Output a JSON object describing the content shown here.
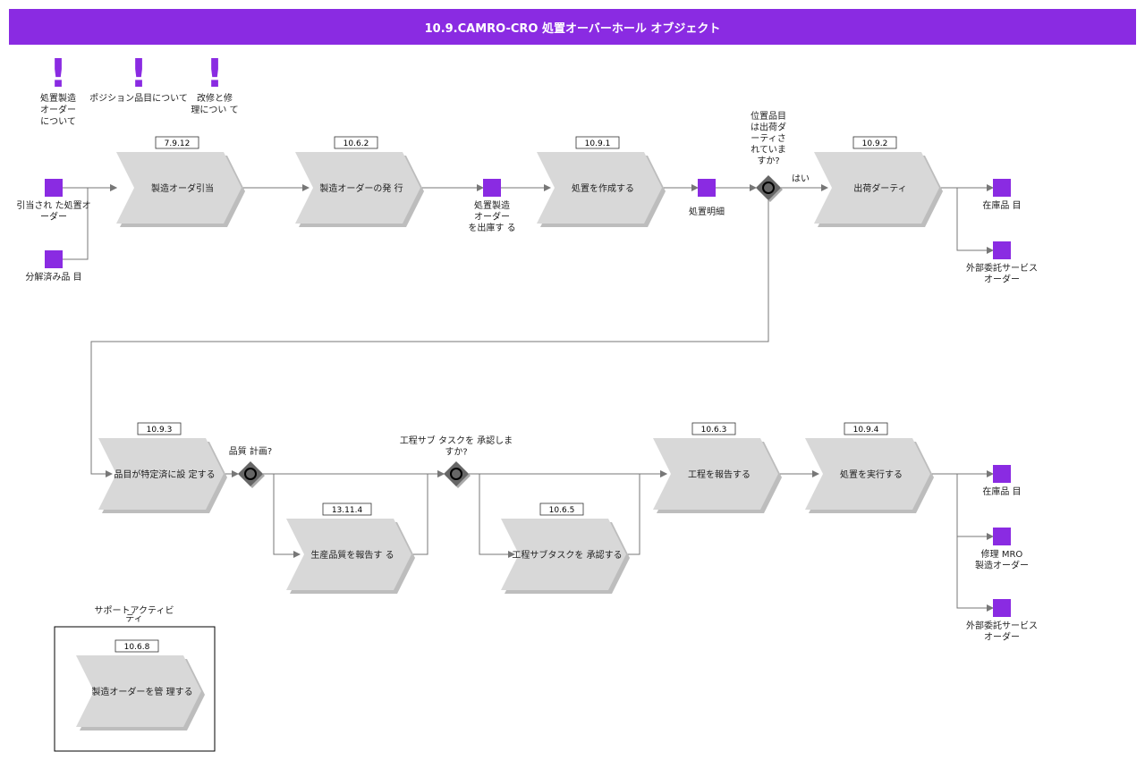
{
  "title": "10.9.CAMRO-CRO 処置オーバーホール オブジェクト",
  "colors": {
    "accent": "#8a2be2",
    "process": "#d8d8d8",
    "shadow": "#bdbdbd",
    "gateway": "#666666",
    "line": "#777777"
  },
  "notes": [
    {
      "lines": [
        "処置製造",
        "オーダー",
        "について"
      ]
    },
    {
      "lines": [
        "ポジション品目について"
      ]
    },
    {
      "lines": [
        "改修と修",
        "理につい て"
      ]
    }
  ],
  "processes": [
    {
      "id": "p1",
      "code": "7.9.12",
      "label": "製造オーダ引当"
    },
    {
      "id": "p2",
      "code": "10.6.2",
      "label": "製造オーダーの発 行"
    },
    {
      "id": "p3",
      "code": "10.9.1",
      "label": "処置を作成する"
    },
    {
      "id": "p4",
      "code": "10.9.2",
      "label": "出荷ダーティ"
    },
    {
      "id": "p5",
      "code": "10.9.3",
      "label": "品目が特定済に設 定する"
    },
    {
      "id": "p6",
      "code": "13.11.4",
      "label": "生産品質を報告す る"
    },
    {
      "id": "p7",
      "code": "10.6.5",
      "label": "工程サブタスクを 承認する"
    },
    {
      "id": "p8",
      "code": "10.6.3",
      "label": "工程を報告する"
    },
    {
      "id": "p9",
      "code": "10.9.4",
      "label": "処置を実行する"
    },
    {
      "id": "p10",
      "code": "10.6.8",
      "label": "製造オーダーを管 理する"
    }
  ],
  "objects": [
    {
      "id": "o1",
      "lines": [
        "引当され た処置オ",
        "ーダー"
      ]
    },
    {
      "id": "o2",
      "lines": [
        "分解済み品 目"
      ]
    },
    {
      "id": "o3",
      "lines": [
        "処置製造",
        "オーダー",
        "を出庫す る"
      ]
    },
    {
      "id": "o4",
      "lines": [
        "処置明細"
      ]
    },
    {
      "id": "o5",
      "lines": [
        "在庫品 目"
      ]
    },
    {
      "id": "o6",
      "lines": [
        "外部委託サービス",
        "オーダー"
      ]
    },
    {
      "id": "o7",
      "lines": [
        "在庫品 目"
      ]
    },
    {
      "id": "o8",
      "lines": [
        "修理 MRO",
        "製造オーダー"
      ]
    },
    {
      "id": "o9",
      "lines": [
        "外部委託サービス",
        "オーダー"
      ]
    }
  ],
  "gateways": [
    {
      "id": "g1",
      "lines": [
        "位置品目",
        "は出荷ダ",
        "ーティさ",
        "れていま",
        "すか?"
      ]
    },
    {
      "id": "g2",
      "lines": [
        "品質 計画?"
      ]
    },
    {
      "id": "g3",
      "lines": [
        "工程サブ タスクを 承認しま",
        "すか?"
      ]
    }
  ],
  "edge_labels": {
    "yes": "はい"
  },
  "support": {
    "lines": [
      "サポートアクティビ",
      "ティ"
    ]
  }
}
